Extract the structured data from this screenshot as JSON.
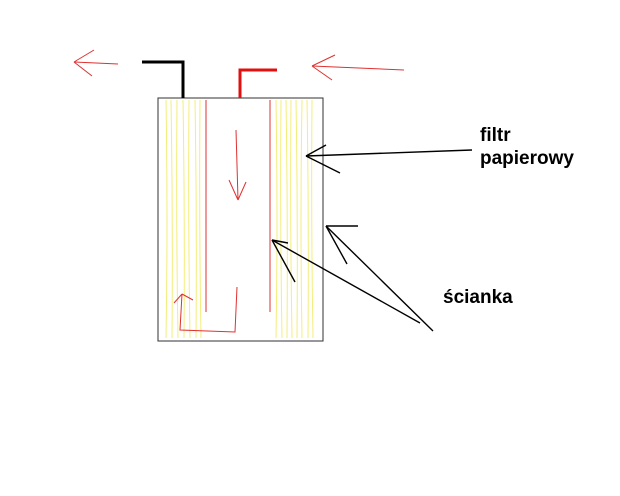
{
  "labels": {
    "filter": [
      "filtr",
      "papierowy"
    ],
    "wall": "ścianka"
  },
  "colors": {
    "background": "#ffffff",
    "filter_lines": "#f3ee7a",
    "flow_arrows": "#e03030",
    "inlet_pipe": "#e01010",
    "outlet_pipe": "#000000",
    "pointer_lines": "#000000",
    "box_outline": "#303030"
  }
}
